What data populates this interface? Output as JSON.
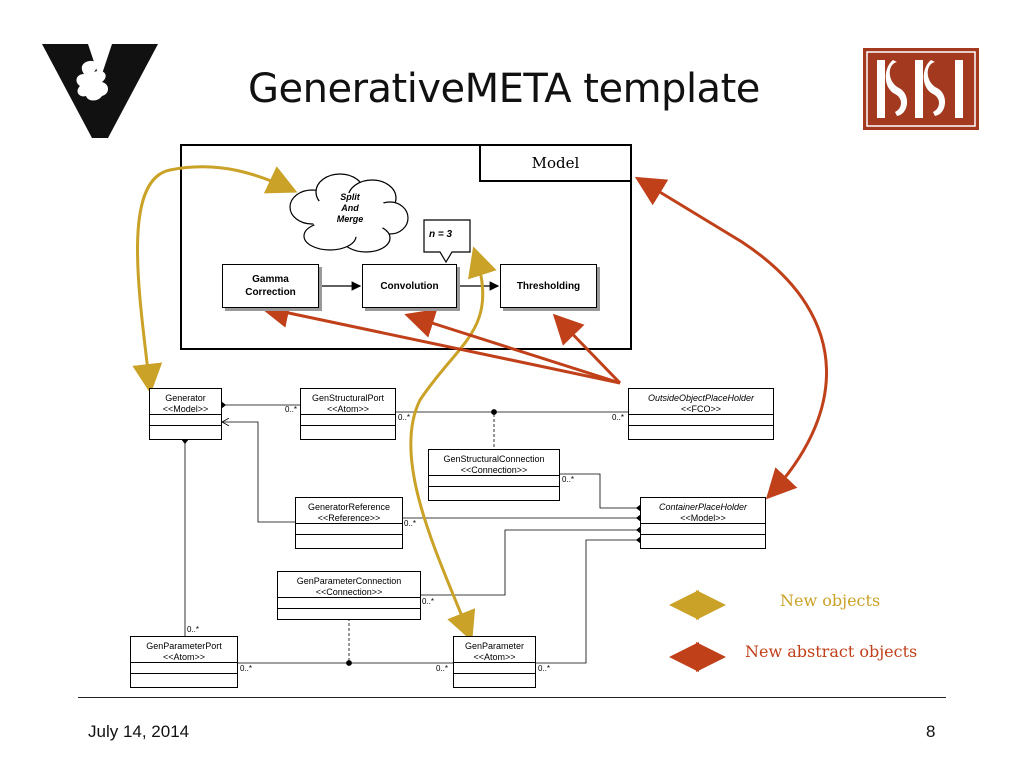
{
  "slide": {
    "title": "GenerativeMETA template",
    "date": "July 14, 2014",
    "page_number": "8"
  },
  "colors": {
    "new_objects": "#c9a227",
    "new_abstract_objects": "#c0401a",
    "logo_bg": "#a33a20"
  },
  "logos": {
    "left": "vanderbilt-v-logo",
    "right": "isis-logo"
  },
  "model": {
    "tab_label": "Model",
    "thought_cloud": "Split\nAnd\nMerge",
    "speech_bubble": "n = 3",
    "blocks": [
      {
        "label": "Gamma\nCorrection"
      },
      {
        "label": "Convolution"
      },
      {
        "label": "Thresholding"
      }
    ]
  },
  "uml": {
    "generator": {
      "name": "Generator",
      "stereotype": "<<Model>>"
    },
    "gen_structural_port": {
      "name": "GenStructuralPort",
      "stereotype": "<<Atom>>"
    },
    "outside_object_placeholder": {
      "name": "OutsideObjectPlaceHolder",
      "stereotype": "<<FCO>>"
    },
    "gen_structural_connection": {
      "name": "GenStructuralConnection",
      "stereotype": "<<Connection>>"
    },
    "generator_reference": {
      "name": "GeneratorReference",
      "stereotype": "<<Reference>>"
    },
    "container_placeholder": {
      "name": "ContainerPlaceHolder",
      "stereotype": "<<Model>>"
    },
    "gen_parameter_connection": {
      "name": "GenParameterConnection",
      "stereotype": "<<Connection>>"
    },
    "gen_parameter_port": {
      "name": "GenParameterPort",
      "stereotype": "<<Atom>>"
    },
    "gen_parameter": {
      "name": "GenParameter",
      "stereotype": "<<Atom>>"
    },
    "multiplicity": "0..*"
  },
  "legend": {
    "new_objects": "New objects",
    "new_abstract_objects": "New abstract objects"
  }
}
